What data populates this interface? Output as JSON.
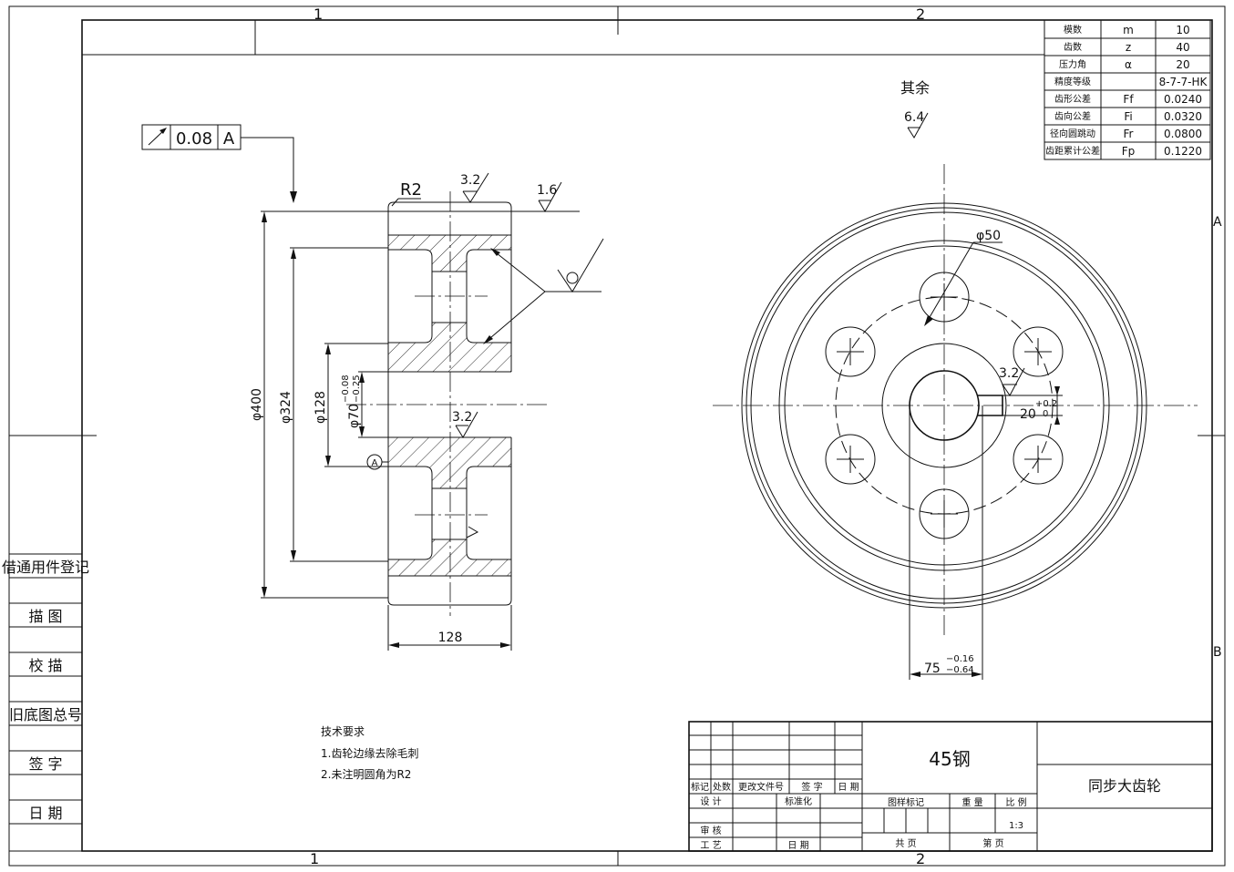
{
  "zones": {
    "top_left": "1",
    "top_right": "2",
    "bottom_left": "1",
    "bottom_right": "2",
    "row_a": "A",
    "row_b": "B"
  },
  "sidebar": {
    "items": [
      "借通用件登记",
      "描 图",
      "校 描",
      "旧底图总号",
      "签 字",
      "日 期"
    ]
  },
  "param_table": {
    "rows": [
      {
        "name": "模数",
        "symbol": "m",
        "value": "10"
      },
      {
        "name": "齿数",
        "symbol": "z",
        "value": "40"
      },
      {
        "name": "压力角",
        "symbol": "α",
        "value": "20"
      },
      {
        "name": "精度等级",
        "symbol": "",
        "value": "8-7-7-HK"
      },
      {
        "name": "齿形公差",
        "symbol": "Ff",
        "value": "0.0240"
      },
      {
        "name": "齿向公差",
        "symbol": "Fi",
        "value": "0.0320"
      },
      {
        "name": "径向圆跳动",
        "symbol": "Fr",
        "value": "0.0800"
      },
      {
        "name": "齿距累计公差",
        "symbol": "Fp",
        "value": "0.1220"
      }
    ]
  },
  "tolerance_frame": {
    "value": "0.08",
    "datum": "A"
  },
  "section_view": {
    "fillet": "R2",
    "rough_top": "3.2",
    "rough_right": "1.6",
    "rough_bore": "3.2",
    "dim_outer": "φ400",
    "dim_rim": "φ324",
    "dim_hub": "φ128",
    "dim_bore": "φ70",
    "dim_bore_tol_upper": "−0.08",
    "dim_bore_tol_lower": "−0.25",
    "datum_label": "A",
    "dim_width": "128"
  },
  "front_view": {
    "rest_label": "其余",
    "rest_rough": "6.4",
    "dim_hole": "φ50",
    "rough_key": "3.2",
    "dim_key_width": "20",
    "dim_key_tol_upper": "+0.2",
    "dim_key_tol_lower": "0",
    "dim_hub_width": "75",
    "dim_hub_tol_upper": "−0.16",
    "dim_hub_tol_lower": "−0.64"
  },
  "tech_req": {
    "title": "技术要求",
    "items": [
      "1.齿轮边缘去除毛刺",
      "2.未注明圆角为R2"
    ]
  },
  "title_block": {
    "material": "45钢",
    "part_name": "同步大齿轮",
    "rev_headers": [
      "标记",
      "处数",
      "更改文件号",
      "签 字",
      "日 期"
    ],
    "design": "设 计",
    "standardize": "标准化",
    "review": "审 核",
    "process": "工 艺",
    "date": "日 期",
    "drawing_mark": "图样标记",
    "weight": "重 量",
    "scale_label": "比 例",
    "scale_value": "1:3",
    "total_sheets": "共 页",
    "sheet_no": "第 页"
  }
}
